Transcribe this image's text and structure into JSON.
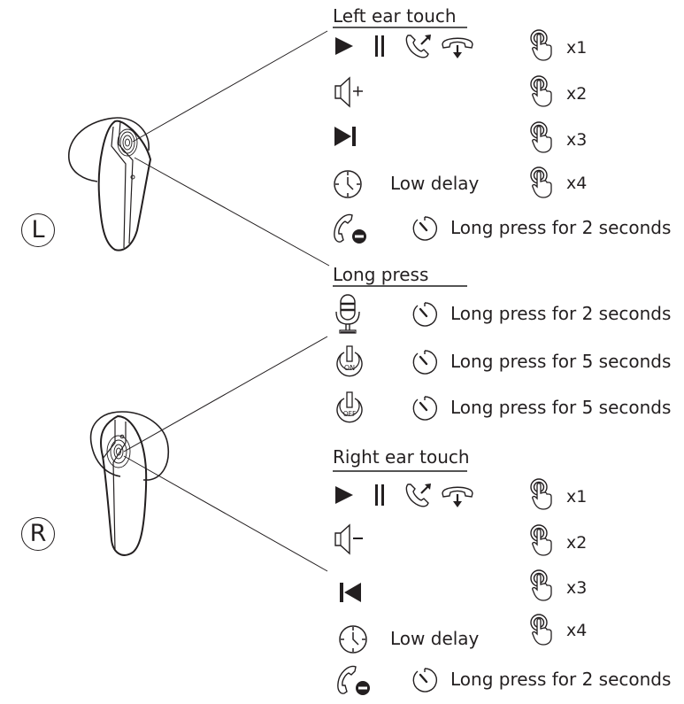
{
  "sections": {
    "left_touch": {
      "title": "Left ear touch",
      "rows": [
        {
          "icons": [
            "play-icon",
            "pause-icon",
            "answer-call-icon",
            "hang-up-call-icon"
          ],
          "gesture": "tap-icon",
          "count": "x1"
        },
        {
          "icons": [
            "volume-up-icon"
          ],
          "gesture": "tap-icon",
          "count": "x2"
        },
        {
          "icons": [
            "next-track-icon"
          ],
          "gesture": "tap-icon",
          "count": "x3"
        },
        {
          "icons": [
            "clock-icon"
          ],
          "label": "Low delay",
          "gesture": "tap-icon",
          "count": "x4"
        },
        {
          "icons": [
            "reject-call-icon"
          ],
          "timer": "timer-icon",
          "label": "Long press for 2 seconds"
        }
      ]
    },
    "long_press": {
      "title": "Long press",
      "rows": [
        {
          "icons": [
            "microphone-icon"
          ],
          "timer": "timer-icon",
          "label": "Long press for 2 seconds"
        },
        {
          "icons": [
            "power-on-icon"
          ],
          "icon_text": "ON",
          "timer": "timer-icon",
          "label": "Long press for 5 seconds"
        },
        {
          "icons": [
            "power-off-icon"
          ],
          "icon_text": "OFF",
          "timer": "timer-icon",
          "label": "Long press for 5 seconds"
        }
      ]
    },
    "right_touch": {
      "title": "Right ear touch",
      "rows": [
        {
          "icons": [
            "play-icon",
            "pause-icon",
            "answer-call-icon",
            "hang-up-call-icon"
          ],
          "gesture": "tap-icon",
          "count": "x1"
        },
        {
          "icons": [
            "volume-down-icon"
          ],
          "gesture": "tap-icon",
          "count": "x2"
        },
        {
          "icons": [
            "previous-track-icon"
          ],
          "gesture": "tap-icon",
          "count": "x3"
        },
        {
          "icons": [
            "clock-icon"
          ],
          "label": "Low delay",
          "gesture": "tap-icon",
          "count": "x4"
        },
        {
          "icons": [
            "reject-call-icon"
          ],
          "timer": "timer-icon",
          "label": "Long press for 2 seconds"
        }
      ]
    }
  },
  "earbuds": {
    "left_label": "L",
    "right_label": "R"
  },
  "colors": {
    "ink": "#231f20",
    "rule": "#555555"
  }
}
